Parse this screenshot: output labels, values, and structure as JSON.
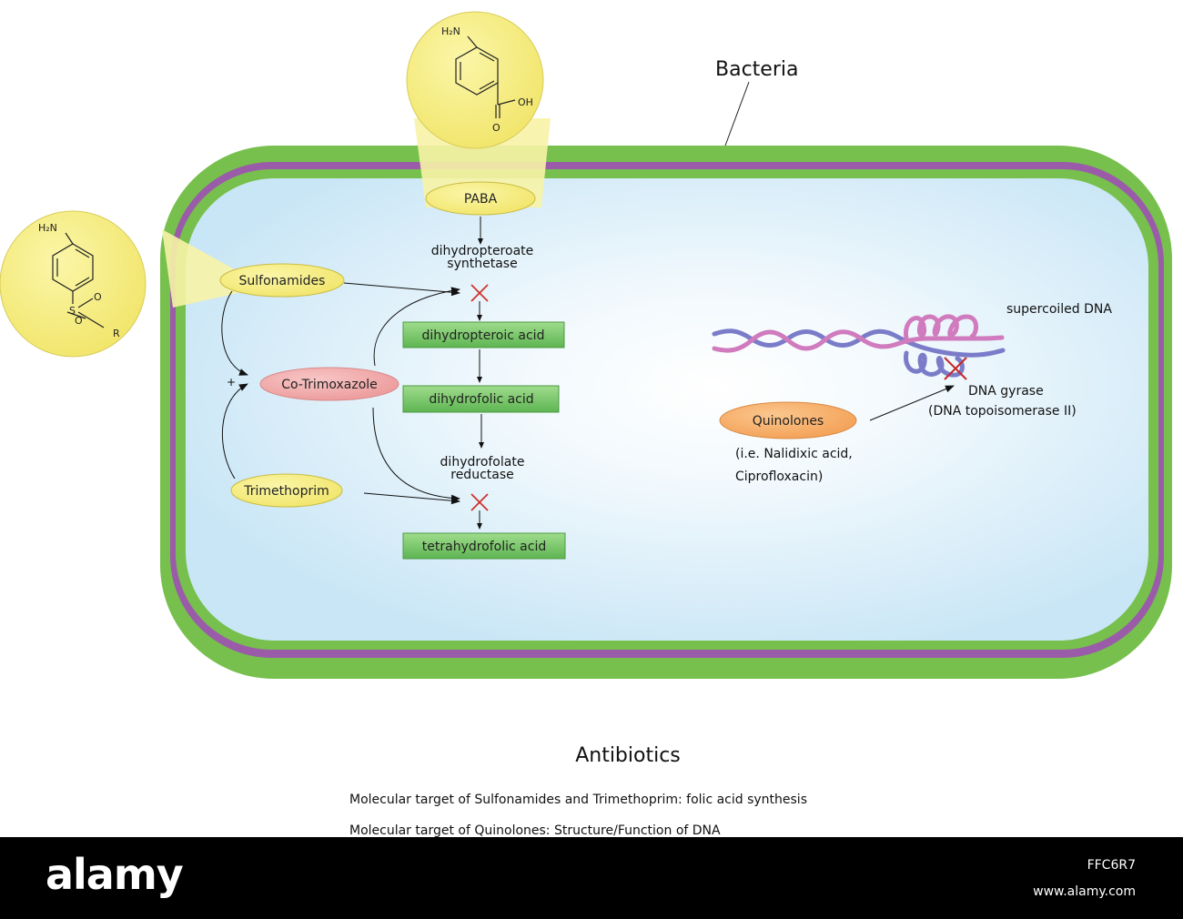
{
  "labels": {
    "organism": "Bacteria",
    "supercoiled_dna": "supercoiled DNA",
    "enzyme_dhps_line1": "dihydropteroate",
    "enzyme_dhps_line2": "synthetase",
    "enzyme_dhfr_line1": "dihydrofolate",
    "enzyme_dhfr_line2": "reductase",
    "gyrase_line1": "DNA gyrase",
    "gyrase_line2": "(DNA topoisomerase II)",
    "quinolone_examples_line1": "(i.e. Nalidixic acid,",
    "quinolone_examples_line2": "Ciprofloxacin)",
    "plus_sign": "+"
  },
  "drugs": {
    "paba": "PABA",
    "sulfonamides": "Sulfonamides",
    "cotrimoxazole": "Co-Trimoxazole",
    "trimethoprim": "Trimethoprim",
    "quinolones": "Quinolones"
  },
  "pathway": {
    "step1": "dihydropteroic acid",
    "step2": "dihydrofolic acid",
    "step3": "tetrahydrofolic acid"
  },
  "chemistry": {
    "amine": "H₂N",
    "hydroxyl": "OH",
    "oxygen": "O",
    "sulfur": "S",
    "r_group": "R"
  },
  "footer": {
    "title": "Antibiotics",
    "line1": "Molecular target of Sulfonamides and Trimethoprim: folic acid synthesis",
    "line2": "Molecular target of Quinolones: Structure/Function of DNA"
  },
  "watermark": {
    "brand": "alamy",
    "image_id": "FFC6R7",
    "url": "www.alamy.com"
  },
  "colors": {
    "cell_wall": "#77c04d",
    "membrane": "#9a5ca8",
    "cytoplasm": "#d2ebf8",
    "drug_ellipse": "#f6ec77",
    "cotrimoxazole": "#f1a7a7",
    "quinolones": "#f6a862",
    "pathway_box": "#6cbf5f",
    "inhibition_x": "#d0312d",
    "dna_pink": "#d07bbe",
    "dna_blue": "#7b7cc9"
  }
}
